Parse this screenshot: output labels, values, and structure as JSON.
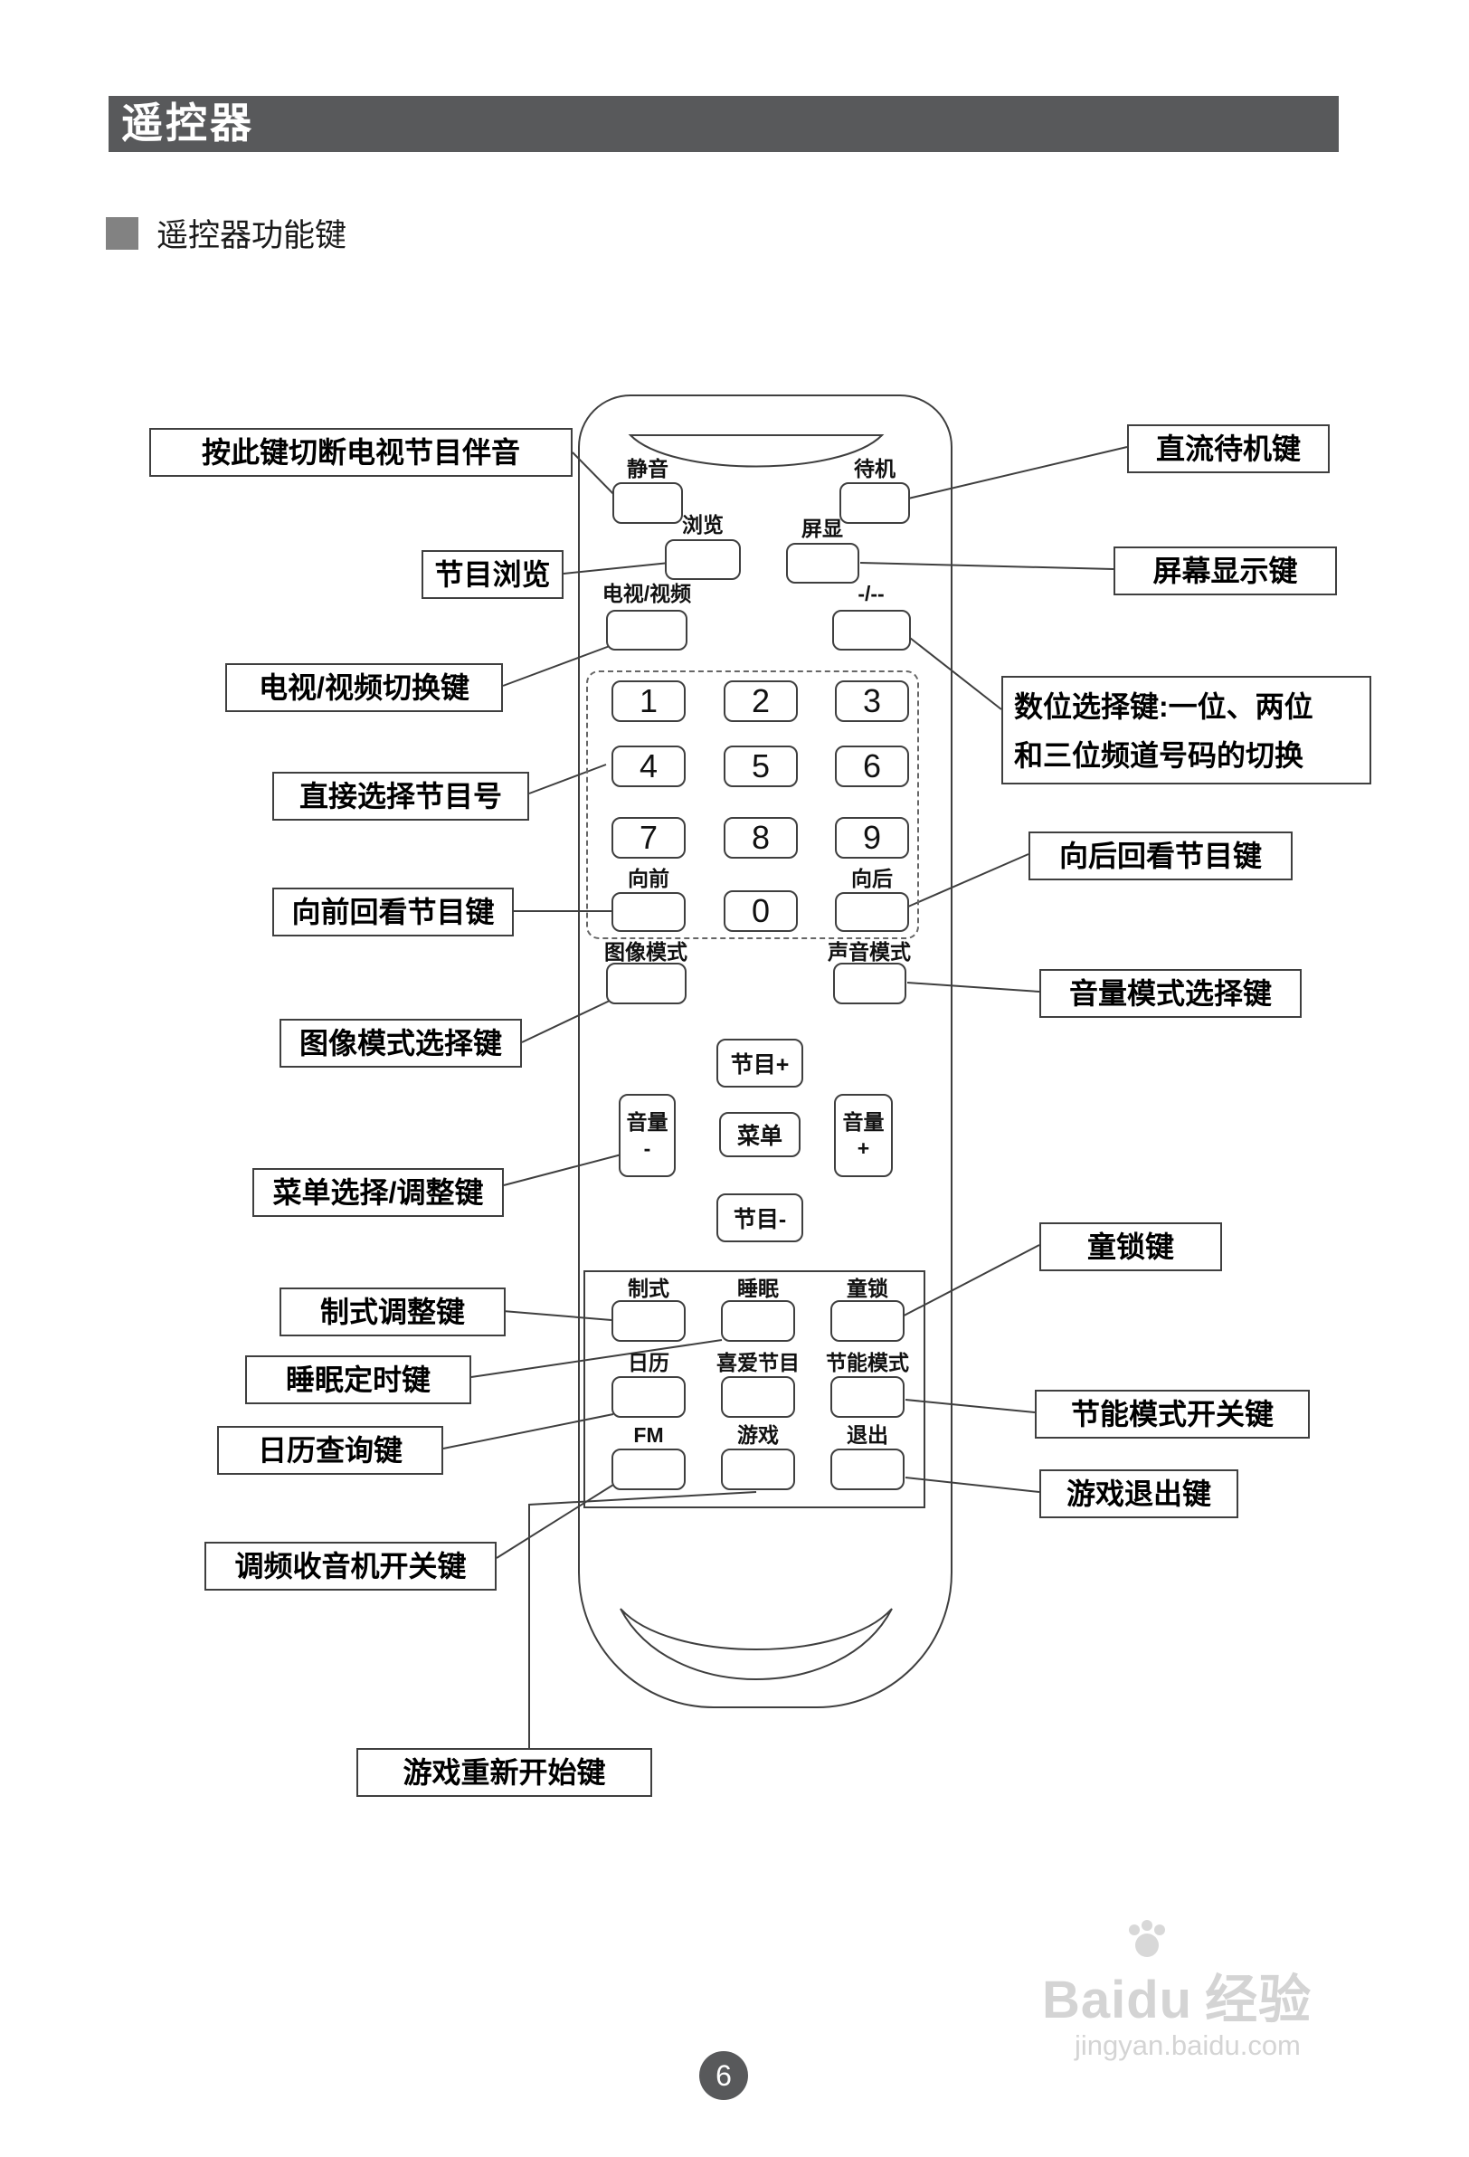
{
  "page": {
    "header_title": "遥控器",
    "section_title": "遥控器功能键",
    "page_number": "6"
  },
  "watermark": {
    "brand": "Baidu",
    "brand_cn": "经验",
    "url": "jingyan.baidu.com"
  },
  "remote": {
    "labels": {
      "mute": "静音",
      "standby": "待机",
      "browse": "浏览",
      "screen_display": "屏显",
      "tv_video": "电视/视频",
      "digit_select": "-/--",
      "forward": "向前",
      "backward": "向后",
      "picture_mode": "图像模式",
      "sound_mode": "声音模式",
      "system": "制式",
      "sleep": "睡眠",
      "child_lock": "童锁",
      "calendar": "日历",
      "favorite": "喜爱节目",
      "eco_mode": "节能模式",
      "fm": "FM",
      "game": "游戏",
      "exit": "退出"
    },
    "keys": {
      "n1": "1",
      "n2": "2",
      "n3": "3",
      "n4": "4",
      "n5": "5",
      "n6": "6",
      "n7": "7",
      "n8": "8",
      "n9": "9",
      "n0": "0",
      "program_up": "节目+",
      "menu": "菜单",
      "program_down": "节目-",
      "volume": "音量",
      "minus": "-",
      "plus": "+"
    }
  },
  "callouts": {
    "left": [
      {
        "text": "按此键切断电视节目伴音"
      },
      {
        "text": "节目浏览"
      },
      {
        "text": "电视/视频切换键"
      },
      {
        "text": "直接选择节目号"
      },
      {
        "text": "向前回看节目键"
      },
      {
        "text": "图像模式选择键"
      },
      {
        "text": "菜单选择/调整键"
      },
      {
        "text": "制式调整键"
      },
      {
        "text": "睡眠定时键"
      },
      {
        "text": "日历查询键"
      },
      {
        "text": "调频收音机开关键"
      },
      {
        "text": "游戏重新开始键"
      }
    ],
    "right": [
      {
        "text": "直流待机键"
      },
      {
        "text": "屏幕显示键"
      },
      {
        "line1": "数位选择键:一位、两位",
        "line2": "和三位频道号码的切换"
      },
      {
        "text": "向后回看节目键"
      },
      {
        "text": "音量模式选择键"
      },
      {
        "text": "童锁键"
      },
      {
        "text": "节能模式开关键"
      },
      {
        "text": "游戏退出键"
      }
    ]
  }
}
